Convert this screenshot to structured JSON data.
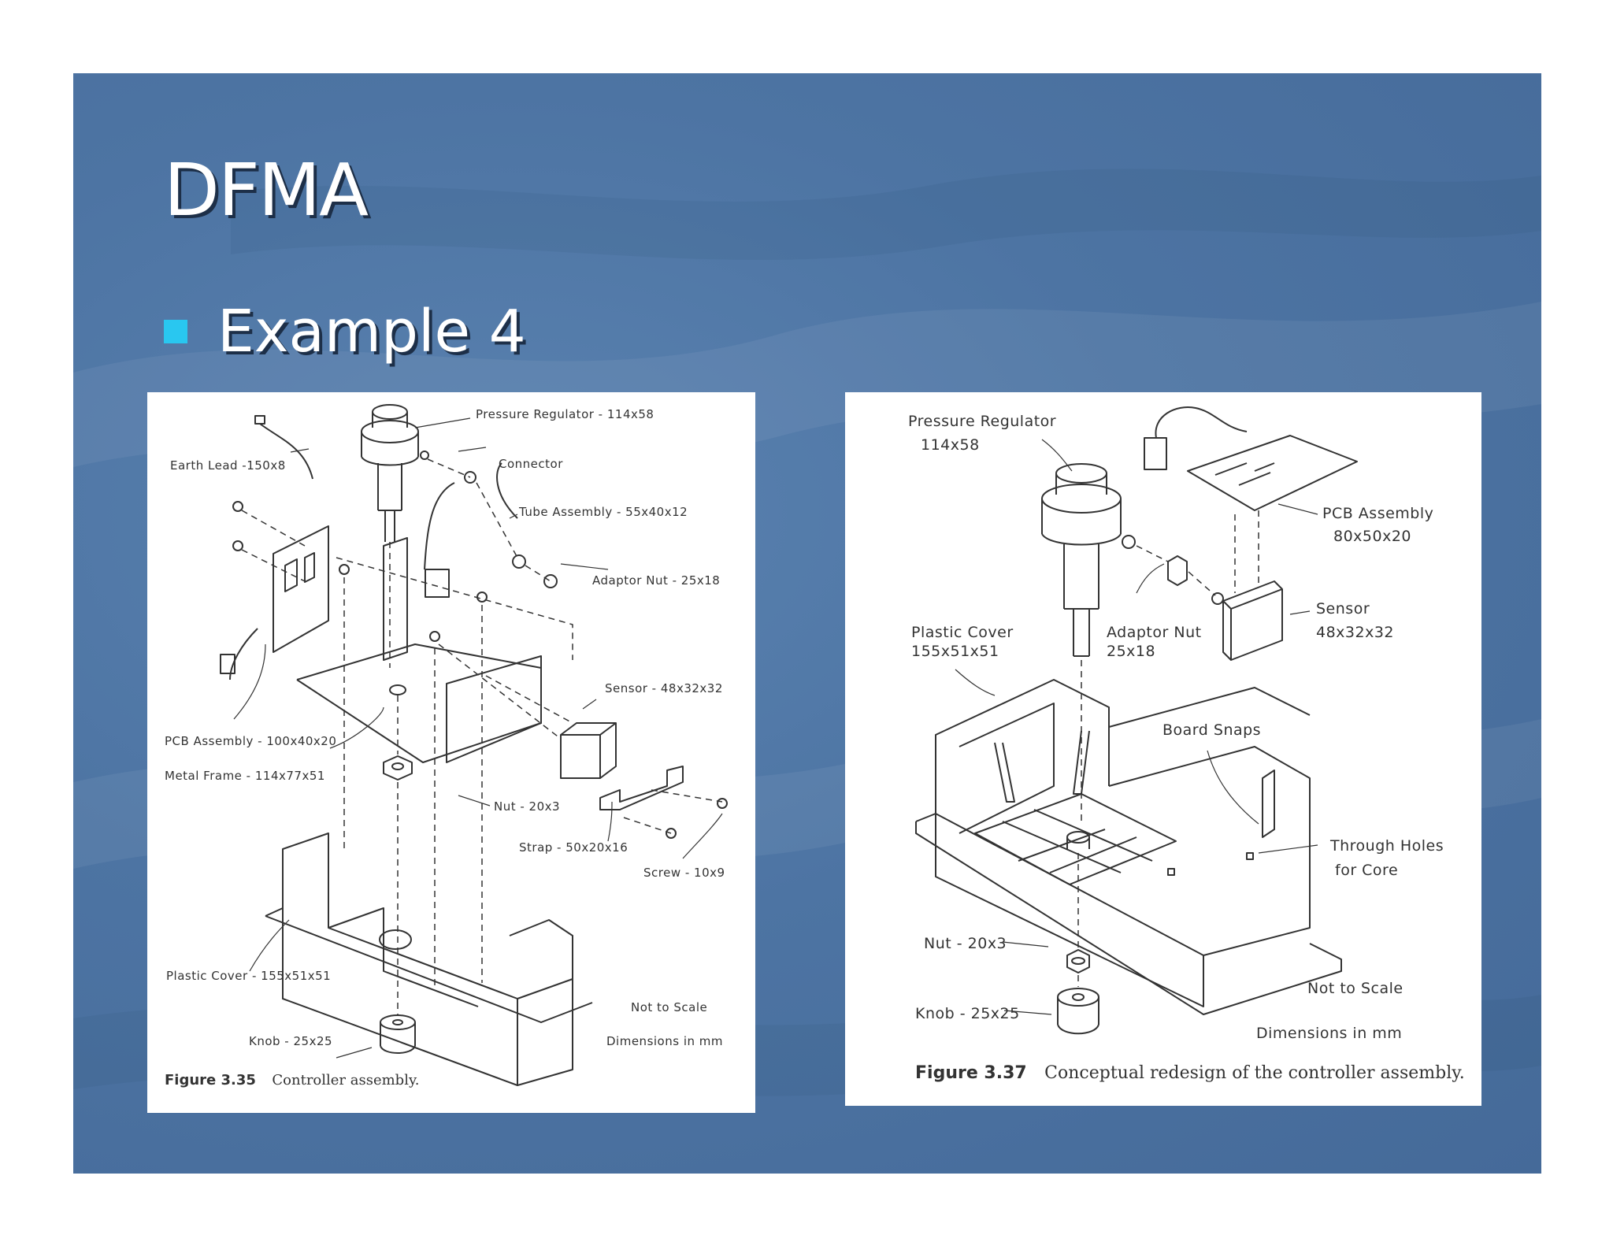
{
  "slide": {
    "title": "DFMA",
    "bullet": "Example 4",
    "accent_color": "#29c7f0",
    "background_color": "#4d74a3"
  },
  "figure_left": {
    "labels": {
      "pressure_regulator": "Pressure Regulator - 114x58",
      "earth_lead": "Earth Lead -150x8",
      "connector": "Connector",
      "tube_assembly": "Tube Assembly - 55x40x12",
      "adaptor_nut": "Adaptor Nut - 25x18",
      "sensor": "Sensor - 48x32x32",
      "pcb_assembly": "PCB Assembly - 100x40x20",
      "metal_frame": "Metal Frame - 114x77x51",
      "nut": "Nut - 20x3",
      "strap": "Strap - 50x20x16",
      "screw": "Screw - 10x9",
      "plastic_cover": "Plastic Cover - 155x51x51",
      "not_to_scale": "Not to Scale",
      "knob": "Knob - 25x25",
      "dimensions": "Dimensions in mm"
    },
    "caption_fig": "Figure 3.35",
    "caption_text": "Controller assembly."
  },
  "figure_right": {
    "labels": {
      "pressure_regulator": "Pressure Regulator",
      "pressure_regulator_dim": "114x58",
      "pcb_assembly": "PCB Assembly",
      "pcb_assembly_dim": "80x50x20",
      "sensor": "Sensor",
      "sensor_dim": "48x32x32",
      "plastic_cover": "Plastic Cover",
      "plastic_cover_dim": "155x51x51",
      "adaptor_nut": "Adaptor Nut",
      "adaptor_nut_dim": "25x18",
      "board_snaps": "Board Snaps",
      "through_holes": "Through Holes",
      "through_holes_2": "for Core",
      "nut": "Nut - 20x3",
      "not_to_scale": "Not to Scale",
      "knob": "Knob - 25x25",
      "dimensions": "Dimensions in mm"
    },
    "caption_fig": "Figure 3.37",
    "caption_text": "Conceptual redesign of the controller assembly."
  }
}
